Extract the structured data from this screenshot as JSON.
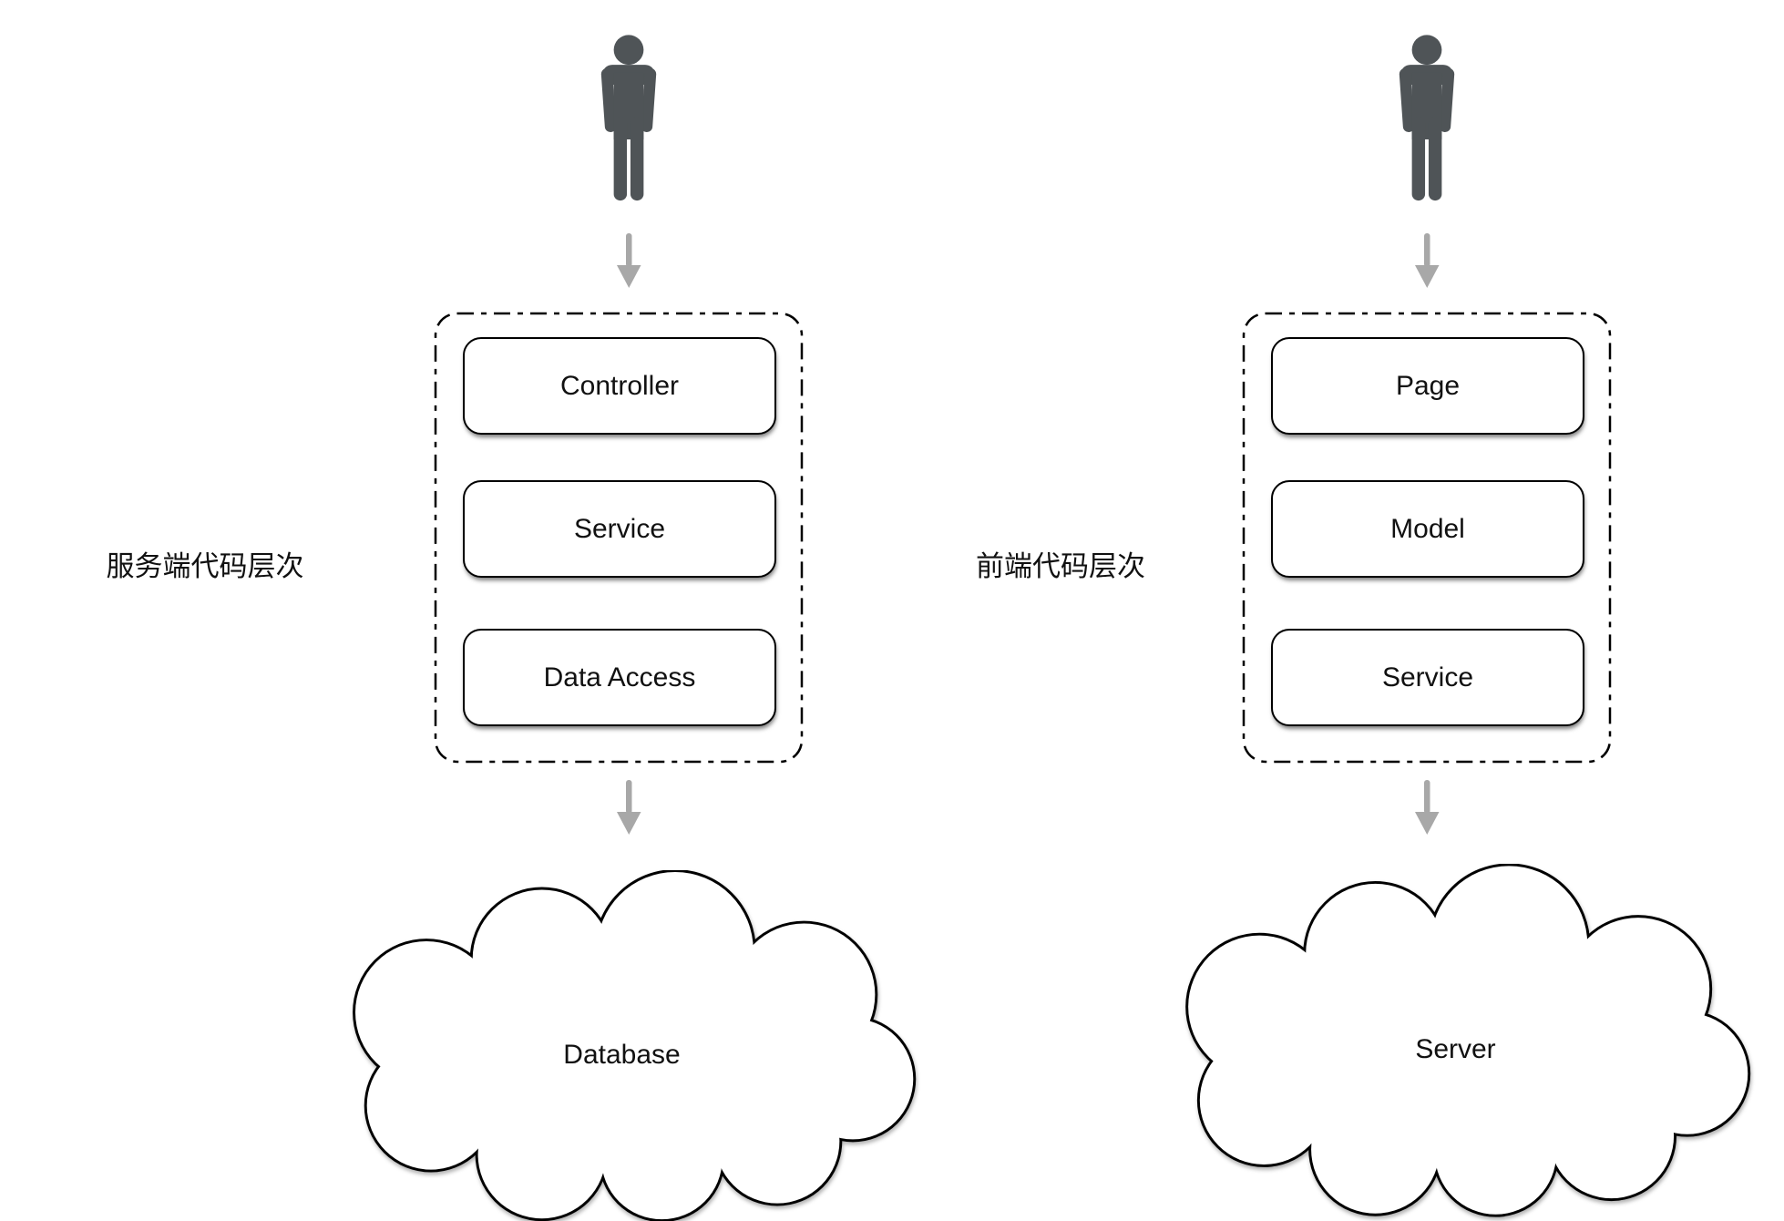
{
  "colors": {
    "person": "#4f5457",
    "arrow": "#a8a8a8",
    "line": "#000000",
    "text": "#111111",
    "background": "#ffffff"
  },
  "left_column": {
    "side_label": "服务端代码层次",
    "person_icon": "person-icon",
    "arrow_icon": "arrow-down-icon",
    "layers": [
      "Controller",
      "Service",
      "Data Access"
    ],
    "cloud_label": "Database"
  },
  "right_column": {
    "side_label": "前端代码层次",
    "person_icon": "person-icon",
    "arrow_icon": "arrow-down-icon",
    "layers": [
      "Page",
      "Model",
      "Service"
    ],
    "cloud_label": "Server"
  }
}
